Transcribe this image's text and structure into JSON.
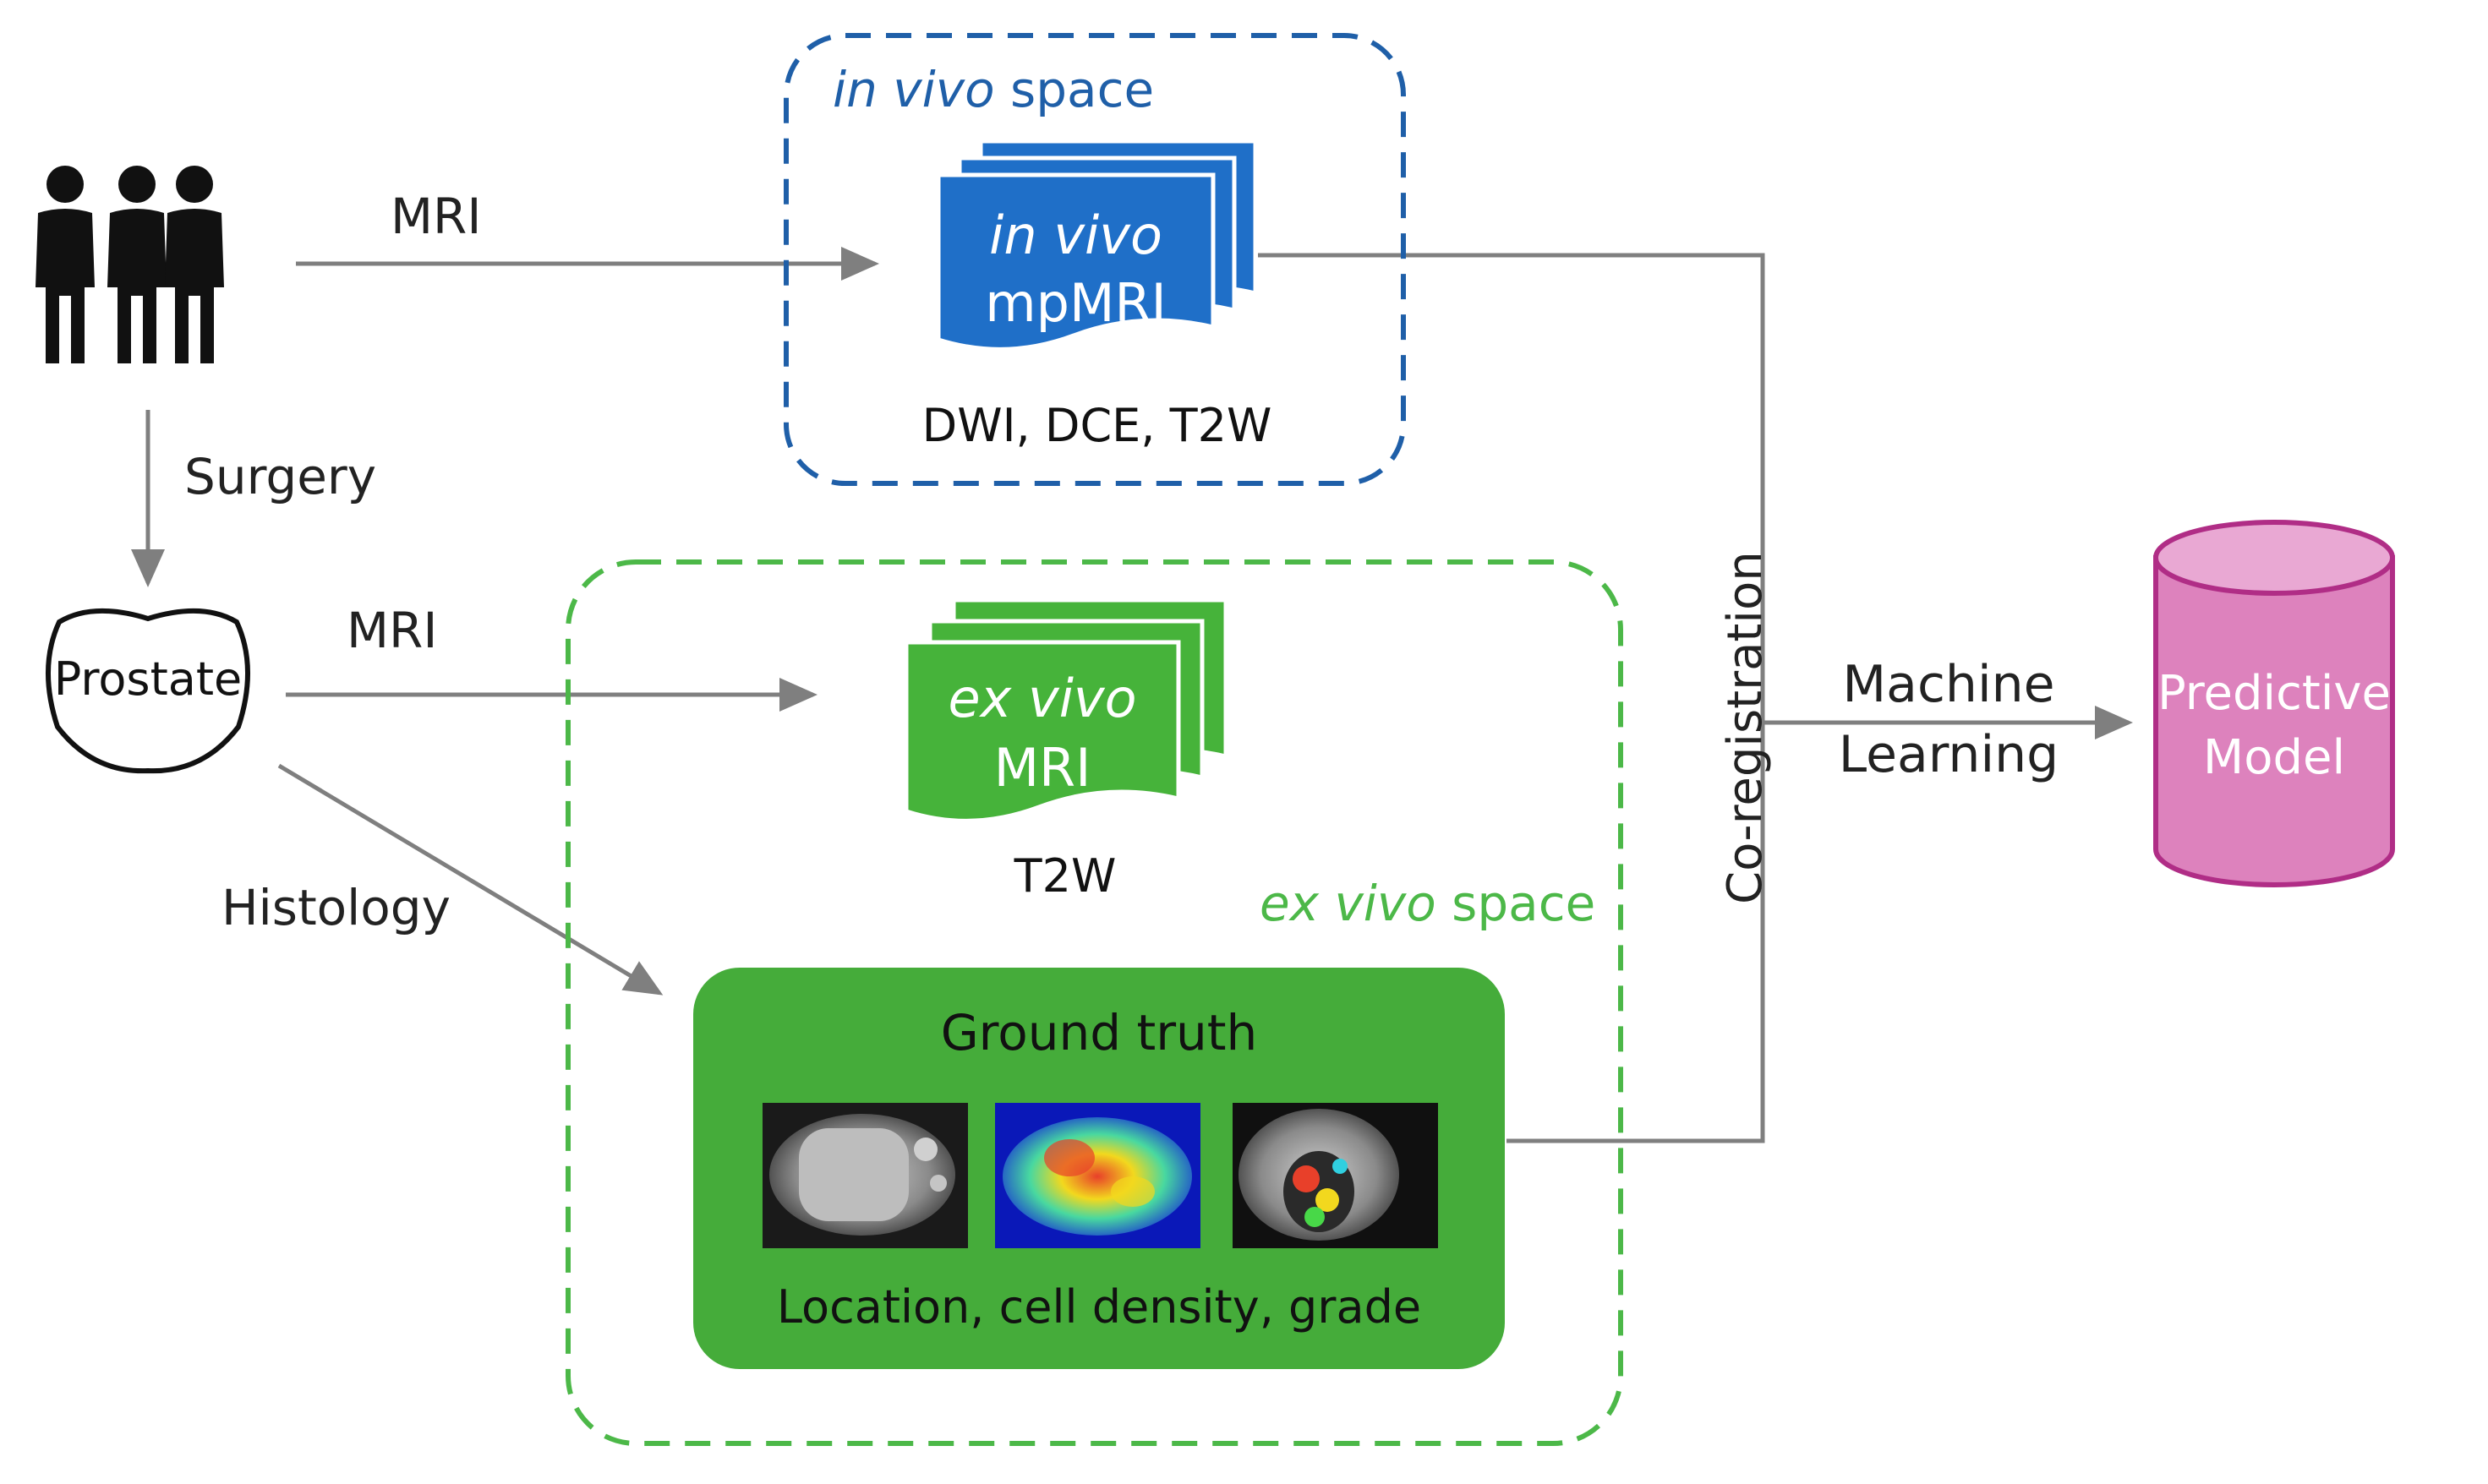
{
  "edges": {
    "patients_to_invivo": "MRI",
    "patients_to_prostate": "Surgery",
    "prostate_to_exvivo": "MRI",
    "prostate_to_histology": "Histology",
    "coregistration": "Co-registration",
    "ml_line1": "Machine",
    "ml_line2": "Learning"
  },
  "in_vivo_space": {
    "label_italic": "in vivo",
    "label_rest": " space",
    "stack_line1": "in vivo",
    "stack_line2": "mpMRI",
    "sequences": "DWI, DCE, T2W",
    "color": "#1f5fa8",
    "stack_color": "#1f6fc8"
  },
  "ex_vivo_space": {
    "label_italic": "ex vivo",
    "label_rest": " space",
    "stack_line1": "ex vivo",
    "stack_line2": "MRI",
    "sequences": "T2W",
    "color": "#4cb848",
    "stack_color": "#46b33a"
  },
  "prostate": {
    "label": "Prostate"
  },
  "ground_truth": {
    "title": "Ground truth",
    "caption": "Location, cell density, grade",
    "color": "#45ac3a"
  },
  "predictive_model": {
    "line1": "Predictive",
    "line2": "Model",
    "color": "#dd82bd",
    "edge_color": "#b02d86"
  },
  "icons": {
    "patients": "people-group-icon",
    "prostate": "prostate-shape-icon",
    "model": "database-cylinder-icon"
  },
  "arrow_color": "#7f7f7f"
}
